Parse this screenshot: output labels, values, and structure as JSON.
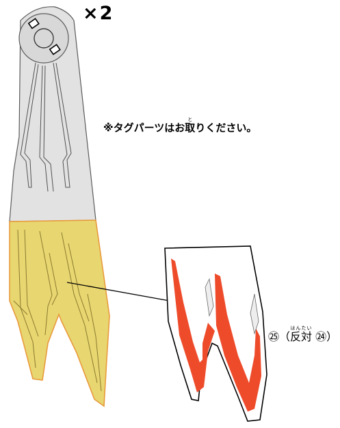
{
  "quantity_label": "×2",
  "tag_note": {
    "before": "※タグパーツはお",
    "kanji": "取",
    "kanji_reading": "と",
    "after": "りください。"
  },
  "part_label": {
    "before": "㉕（",
    "kanji": "反対",
    "kanji_reading": "はんたい",
    "after": " ㉔）"
  },
  "colors": {
    "handle_gray": "#e2e2e2",
    "blade_yellow": "#e8d670",
    "blade_outline": "#e89a3c",
    "sticker_red": "#ee4b2b",
    "outline": "#000000"
  }
}
